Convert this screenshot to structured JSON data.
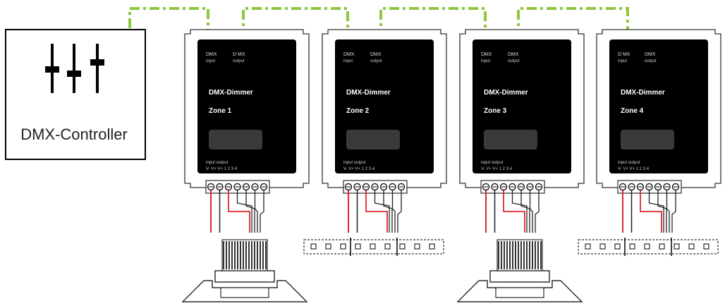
{
  "controller": {
    "label": "DMX-Controller",
    "icon": "sliders-icon"
  },
  "dimmers": [
    {
      "title": "DMX-Dimmer",
      "zone": "Zone 1",
      "port_a": "DMX",
      "port_a_sub": "input",
      "port_b": "D MX",
      "port_b_sub": "output",
      "io_label": "input   output",
      "terminal_label": "V-  V+ V+ 1   2   3   4",
      "load": "downlight"
    },
    {
      "title": "DMX-Dimmer",
      "zone": "Zone 2",
      "port_a": "DMX",
      "port_a_sub": "input",
      "port_b": "DMX",
      "port_b_sub": "output",
      "io_label": "input   output",
      "terminal_label": "V-  V+ V+ 1   2   3   4",
      "load": "led-strip"
    },
    {
      "title": "DMX-Dimmer",
      "zone": "Zone 3",
      "port_a": "DMX",
      "port_a_sub": "input",
      "port_b": "DMX",
      "port_b_sub": "output",
      "io_label": "input   output",
      "terminal_label": "V-  V+ V+ 1   2   3   4",
      "load": "downlight"
    },
    {
      "title": "DMX-Dimmer",
      "zone": "Zone 4",
      "port_a": "D MX",
      "port_a_sub": "input",
      "port_b": "DMX",
      "port_b_sub": "output",
      "io_label": "input   output",
      "terminal_label": "V-  V+ V+ 1   2   3   4",
      "load": "led-strip"
    }
  ],
  "colors": {
    "dmx_line": "#8dc63f",
    "power_wire": "#e0262b",
    "dimmer_body": "#000000",
    "frame": "#333333",
    "screen": "#3a3a3a"
  }
}
